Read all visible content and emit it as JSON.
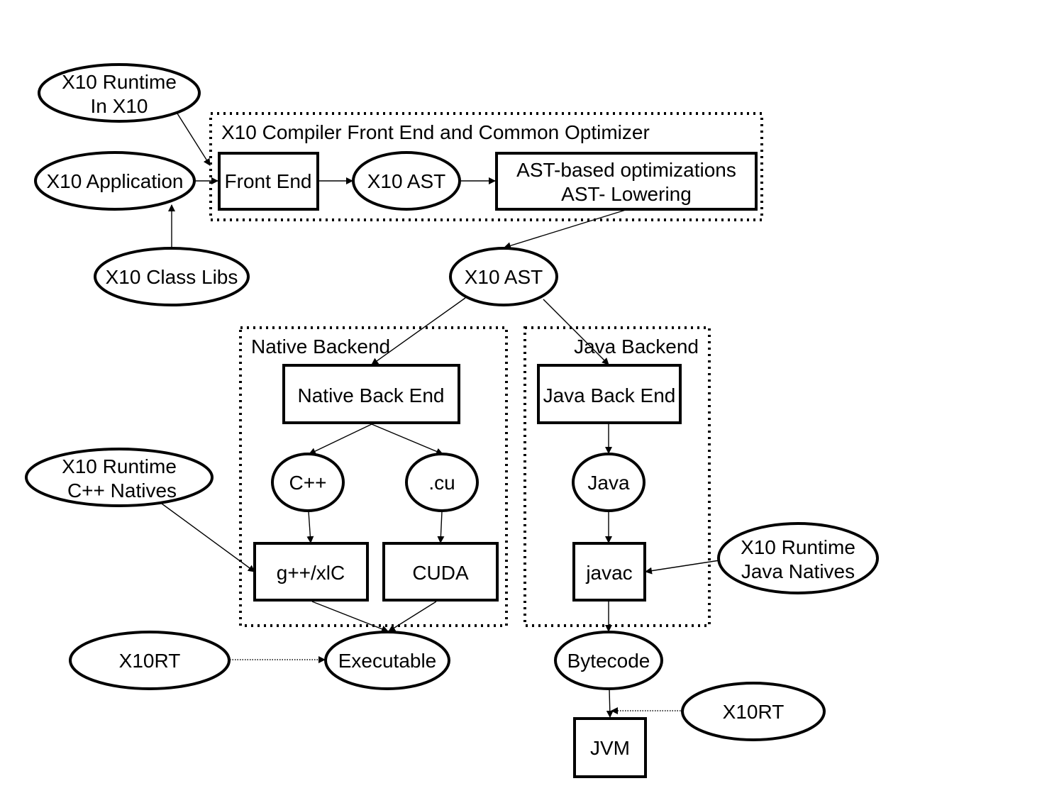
{
  "groups": {
    "compiler": "X10 Compiler Front End and Common Optimizer",
    "native": "Native Backend",
    "java": "Java Backend"
  },
  "nodes": {
    "runtime_x10": [
      "X10 Runtime",
      "In X10"
    ],
    "application": "X10 Application",
    "class_libs": "X10 Class Libs",
    "front_end": "Front End",
    "ast_1": "X10 AST",
    "optimizations": [
      "AST-based optimizations",
      "AST- Lowering"
    ],
    "ast_2": "X10 AST",
    "native_back_end": "Native Back End",
    "java_back_end": "Java Back End",
    "cpp": "C++",
    "cu": ".cu",
    "java": "Java",
    "runtime_cpp": [
      "X10 Runtime",
      "C++ Natives"
    ],
    "gpp": "g++/xlC",
    "cuda": "CUDA",
    "javac": "javac",
    "runtime_java": [
      "X10 Runtime",
      "Java Natives"
    ],
    "x10rt_native": "X10RT",
    "executable": "Executable",
    "bytecode": "Bytecode",
    "x10rt_java": "X10RT",
    "jvm": "JVM"
  }
}
